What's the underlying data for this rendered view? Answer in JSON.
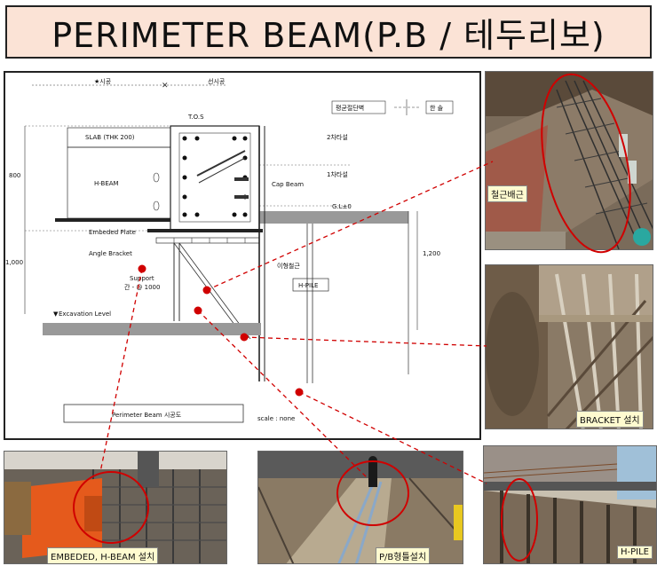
{
  "title": "PERIMETER BEAM(P.B / 테두리보)",
  "drawing": {
    "top_left_label": "★시공",
    "top_right_label": "선시공",
    "legend_label": "평균절단벽",
    "legend_label2": "한 솔",
    "tos": "T.O.S",
    "slab": "SLAB (THK 200)",
    "dim_left": "800",
    "dim_left2": "1,000",
    "dim_right": "1,200",
    "hbeam": "H-BEAM",
    "cap_beam": "Cap Beam",
    "floor2": "2차타설",
    "floor1": "1차타설",
    "gl": "G.L±0",
    "embeded": "Embeded Plate",
    "angle": "Angle Bracket",
    "support": "Support",
    "support2": "간 - @ 1000",
    "wire": "이형철근",
    "hpile_box": "H-PILE",
    "excavation": "Excavation  Level",
    "caption": "Perimeter Beam 시공도",
    "scale": "scale :  none"
  },
  "photos": {
    "rebar": "철근배근",
    "bracket": "BRACKET 설치",
    "hpile": "H-PILE",
    "embeded": "EMBEDED, H-BEAM 설치",
    "pb": "P/B형틀설치"
  },
  "colors": {
    "title_bg": "#fbe3d6",
    "annotation_red": "#d00000",
    "caption_bg": "#fffbd0"
  }
}
